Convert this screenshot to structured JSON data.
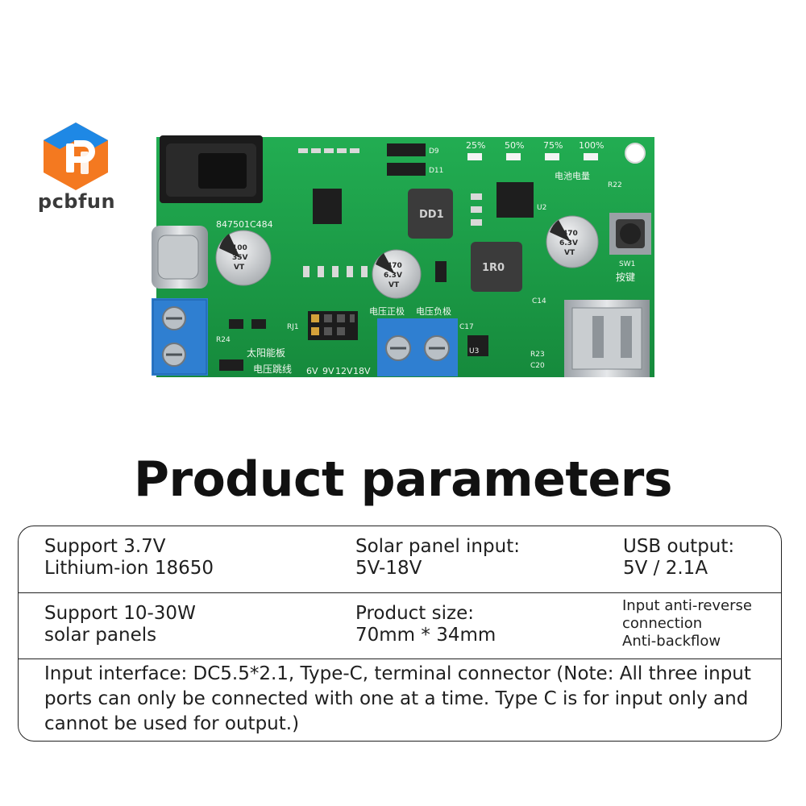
{
  "brand": {
    "name": "pcbfun",
    "colors": {
      "orange": "#f47920",
      "blue": "#1e88e5",
      "text": "#3a3a3a"
    }
  },
  "pcb": {
    "silkscreen": {
      "battery_pct": [
        "25%",
        "50%",
        "75%",
        "100%"
      ],
      "battery_level": "电池电量",
      "serial": "847501C484",
      "diodes": [
        "D9",
        "D11"
      ],
      "u2": "U2",
      "u3": "U3",
      "r22": "R22",
      "sw1": "SW1",
      "button": "按键",
      "cap_left": [
        "100",
        "35V",
        "VT"
      ],
      "cap_mid": [
        "470",
        "6.3V",
        "VT"
      ],
      "cap_right": [
        "470",
        "6.3V",
        "VT"
      ],
      "inductor1": "DD1",
      "inductor2": "1R0",
      "rj1": "RJ1",
      "jumpers": [
        "6V",
        "9V",
        "12V",
        "18V"
      ],
      "solar_label": "太阳能板",
      "jumper_label": "电压跳线",
      "pos_label": "电压正极",
      "neg_label": "电压负极",
      "c14": "C14",
      "c17": "C17",
      "r23": "R23",
      "c20": "C20",
      "r24": "R24"
    },
    "colors": {
      "board": "#1a9e47",
      "silk": "#f2f7f0",
      "terminal": "#2f7fd1"
    }
  },
  "title": "Product parameters",
  "params": {
    "row1": {
      "c1": [
        "Support 3.7V",
        "Lithium-ion 18650"
      ],
      "c2": [
        "Solar panel input:",
        "5V-18V"
      ],
      "c3": [
        "USB output:",
        "5V / 2.1A"
      ]
    },
    "row2": {
      "c1": [
        "Support 10-30W",
        "solar panels"
      ],
      "c2": [
        "Product size:",
        "70mm * 34mm"
      ],
      "c3": [
        "Input anti-reverse",
        "connection",
        "Anti-backflow"
      ]
    },
    "row3": "Input interface: DC5.5*2.1, Type-C, terminal connector (Note: All three input ports can only be connected with one at a time. Type C is for input only and cannot be used for output.)"
  }
}
